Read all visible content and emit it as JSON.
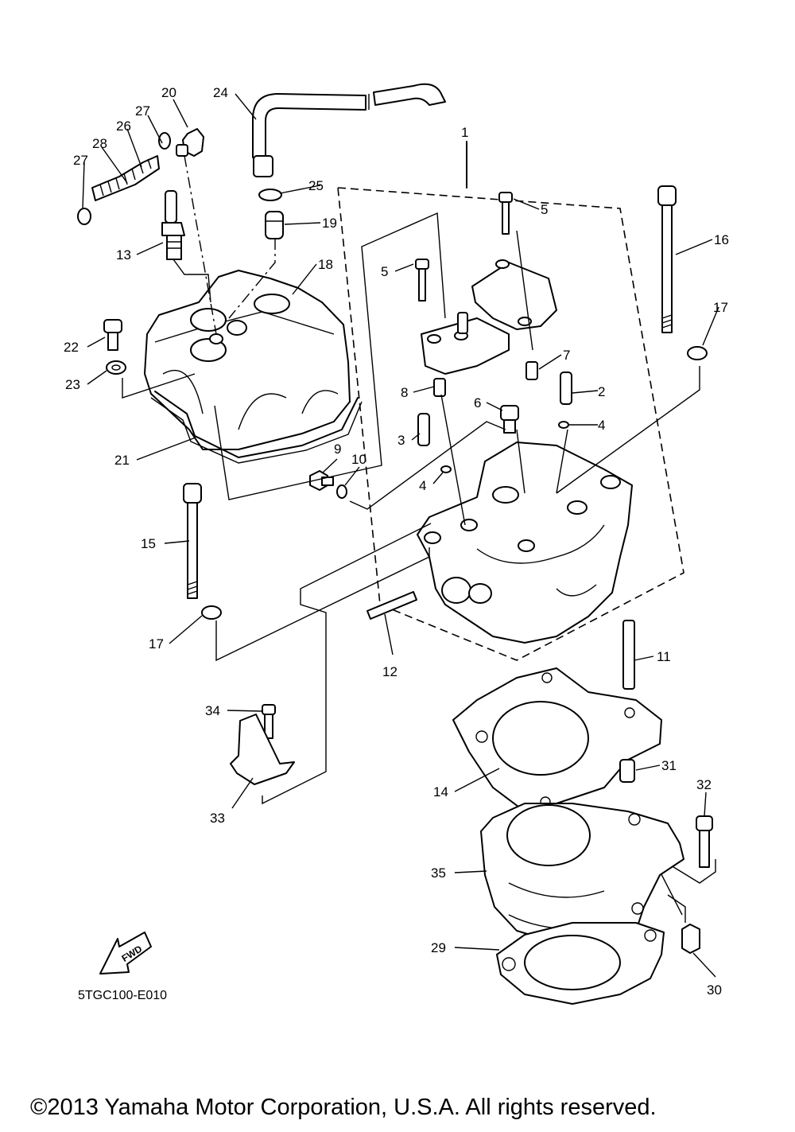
{
  "diagram_code": "5TGC100-E010",
  "copyright": "©2013 Yamaha Motor Corporation, U.S.A. All rights reserved.",
  "fwd_label": "FWD",
  "callouts": [
    "1",
    "2",
    "3",
    "4",
    "5",
    "6",
    "7",
    "8",
    "9",
    "10",
    "11",
    "12",
    "13",
    "14",
    "15",
    "16",
    "17",
    "18",
    "19",
    "20",
    "21",
    "22",
    "23",
    "24",
    "25",
    "26",
    "27",
    "28",
    "29",
    "30",
    "31",
    "32",
    "33",
    "34",
    "35"
  ]
}
